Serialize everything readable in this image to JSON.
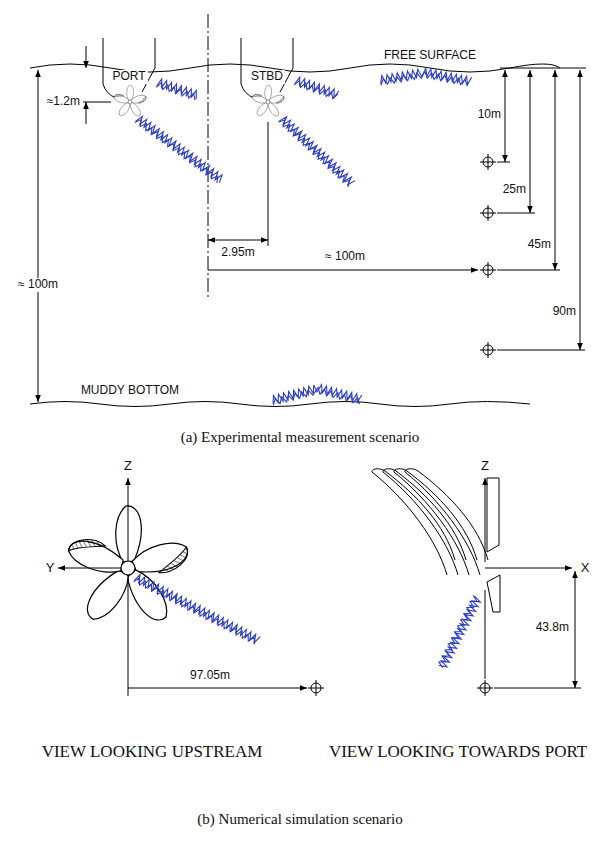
{
  "diagram": {
    "labels": [
      "FREE SURFACE",
      "PORT",
      "STBD",
      "≈1.2m",
      "10m",
      "25m",
      "45m",
      "90m",
      "≈ 100m",
      "2.95m",
      "≈ 100m",
      "MUDDY BOTTOM",
      "(a) Experimental measurement scenario",
      "Z",
      "Y",
      "97.05m",
      "VIEW LOOKING UPSTREAM",
      "Z",
      "X",
      "43.8m",
      "VIEW LOOKING TOWARDS PORT",
      "(b) Numerical simulation scenario"
    ]
  }
}
